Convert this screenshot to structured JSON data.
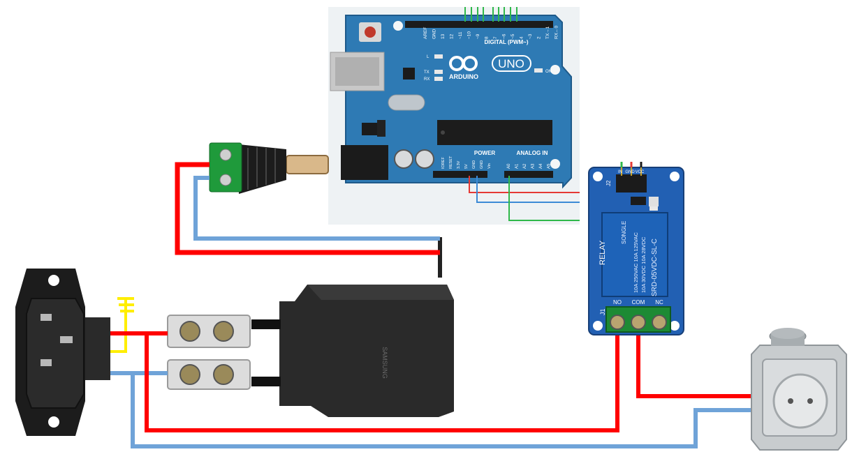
{
  "arduino": {
    "brand": "ARDUINO",
    "model": "UNO",
    "digital_label": "DIGITAL (PWM~)",
    "power_label": "POWER",
    "analog_label": "ANALOG IN",
    "on_label": "ON",
    "led_l": "L",
    "led_tx": "TX",
    "led_rx": "RX",
    "digital_pins": [
      "AREF",
      "GND",
      "13",
      "12",
      "~11",
      "~10",
      "~9",
      "8",
      "7",
      "~6",
      "~5",
      "4",
      "~3",
      "2",
      "TX→1",
      "RX←0"
    ],
    "power_pins": [
      "IOREF",
      "RESET",
      "3.3V",
      "5V",
      "GND",
      "GND",
      "Vin"
    ],
    "analog_pins": [
      "A0",
      "A1",
      "A2",
      "A3",
      "A4",
      "A5"
    ]
  },
  "relay": {
    "title": "RELAY",
    "brand": "SONGLE",
    "ratings_1": "10A 250VAC  10A 125VAC",
    "ratings_2": "10A 30VDC  10A 28VDC",
    "part_no": "SRD-05VDC-SL-C",
    "header_label": "J2",
    "terminal_label": "J1",
    "input_pins": [
      "IN",
      "GND",
      "VCC"
    ],
    "output_terminals": [
      "NO",
      "COM",
      "NC"
    ]
  },
  "charger": {
    "label_text": "SAMSUNG"
  },
  "colors": {
    "live_wire": "#ff0000",
    "neutral_wire": "#6fa3d8",
    "earth_wire": "#ffee00",
    "signal_wire": "#2fb84a",
    "board_blue": "#2e7ab4",
    "relay_blue": "#2260b3",
    "relay_coil": "#1e63b8"
  }
}
